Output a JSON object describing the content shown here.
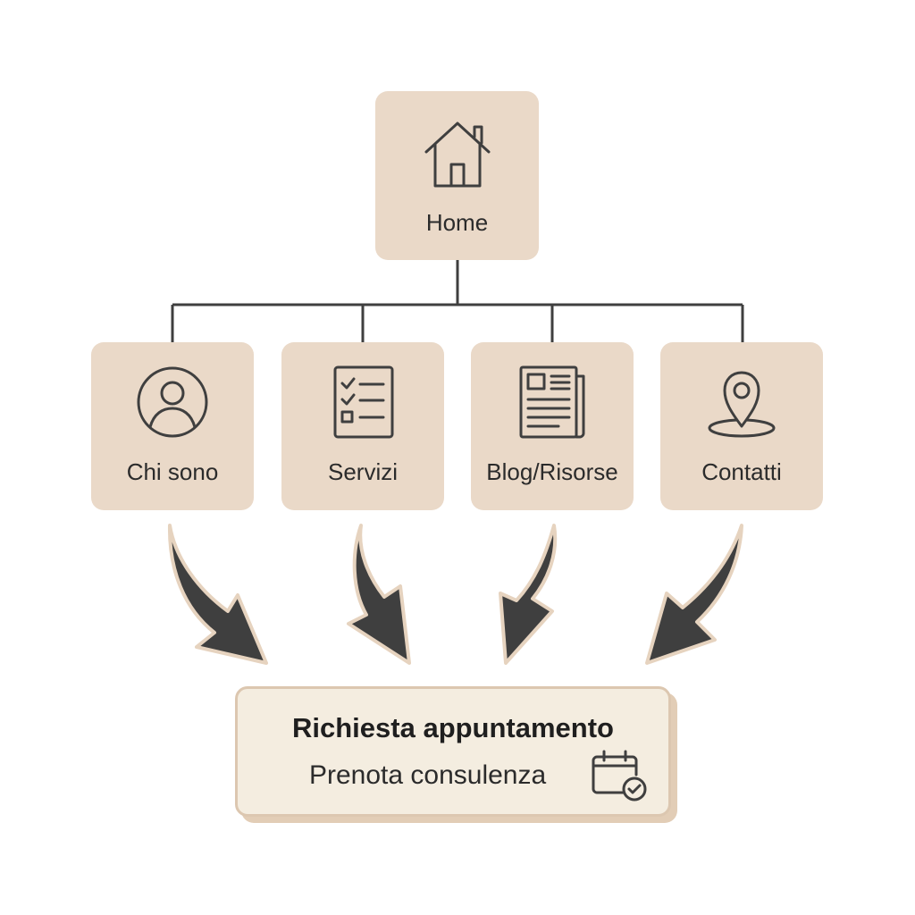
{
  "diagram": {
    "root": {
      "label": "Home",
      "icon": "home-icon"
    },
    "children": [
      {
        "label": "Chi sono",
        "icon": "user-profile-icon"
      },
      {
        "label": "Servizi",
        "icon": "checklist-icon"
      },
      {
        "label": "Blog/Risorse",
        "icon": "newspaper-icon"
      },
      {
        "label": "Contatti",
        "icon": "location-pin-icon"
      }
    ],
    "target": {
      "title": "Richiesta appuntamento",
      "subtitle": "Prenota consulenza",
      "icon": "calendar-check-icon"
    }
  },
  "colors": {
    "node_fill": "#ead9c8",
    "line": "#3f3f3f",
    "arrow_fill": "#3f3f3f",
    "arrow_outline": "#e6d3bf",
    "cta_fill": "#f4ede0",
    "cta_border": "#dcc7b0"
  }
}
